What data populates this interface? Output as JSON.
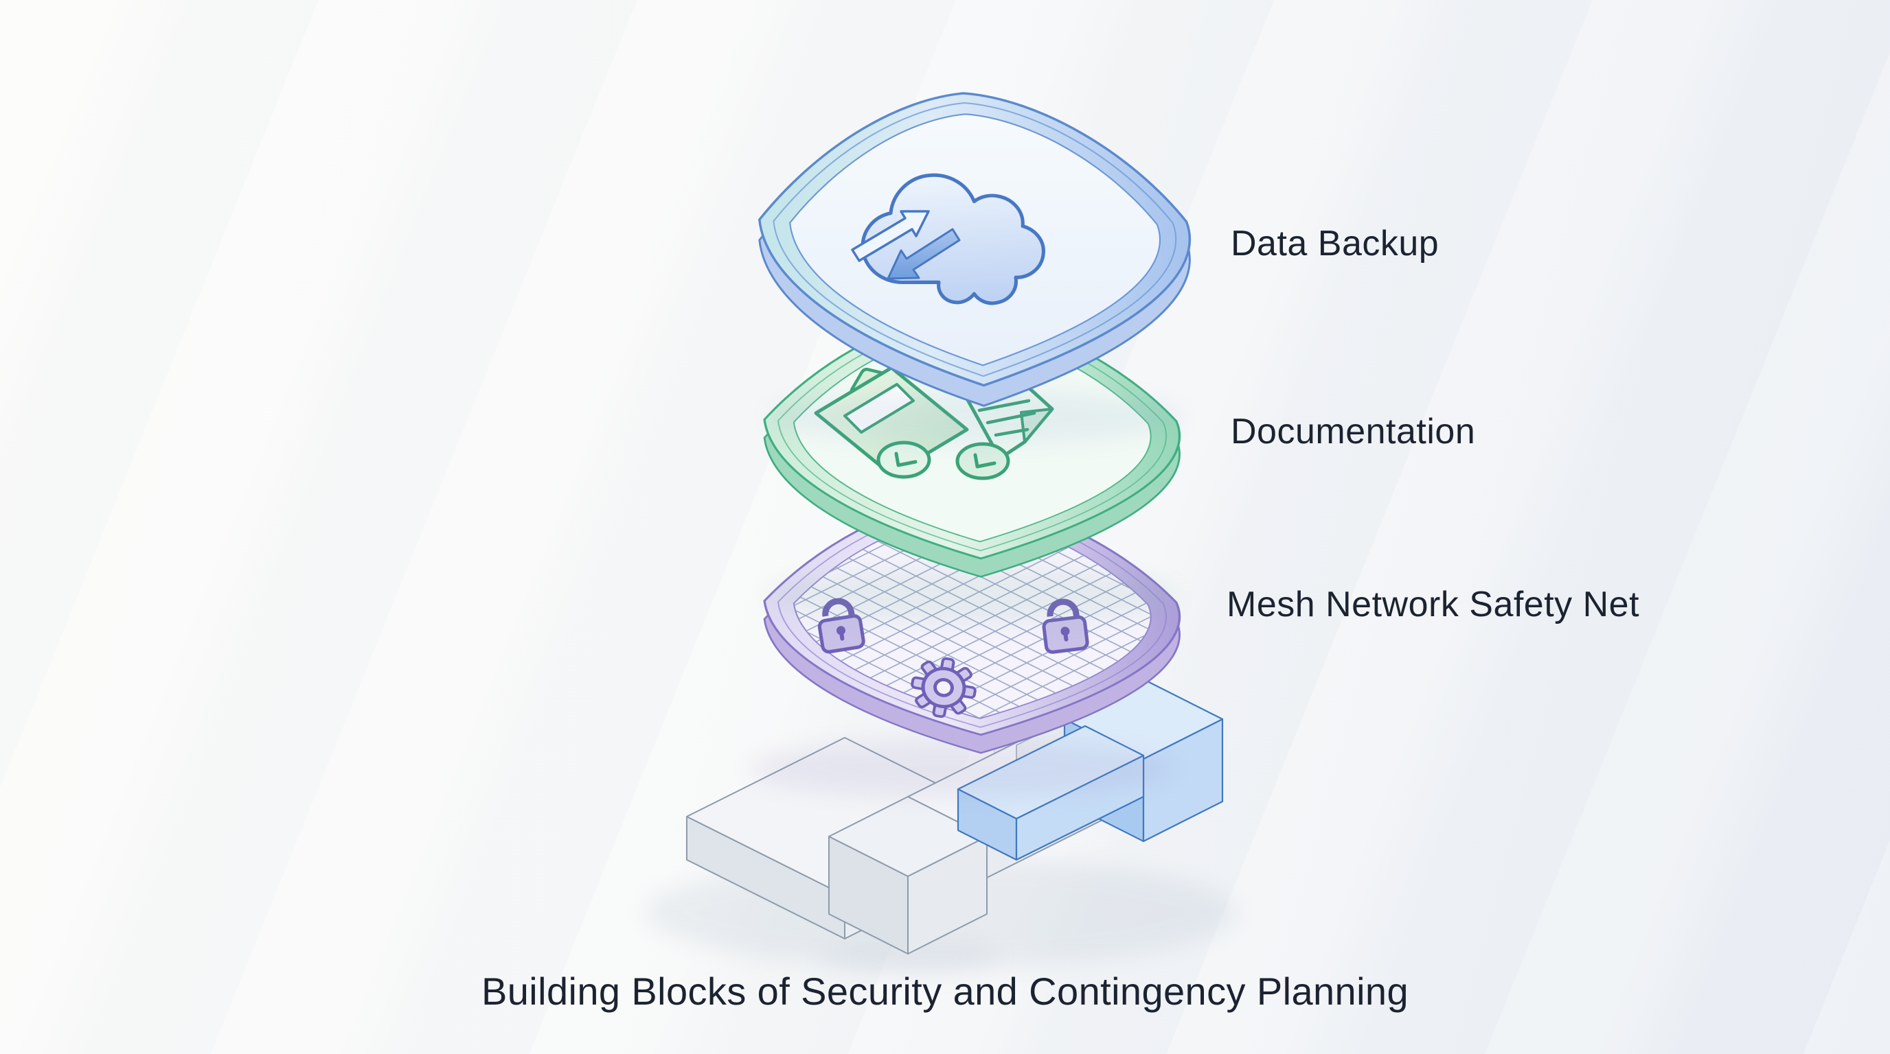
{
  "title": "Building Blocks of Security and Contingency Planning",
  "layers": [
    {
      "label": "Data Backup",
      "icon": "cloud-sync-icon",
      "accent": "#5b89ce"
    },
    {
      "label": "Documentation",
      "icon": "folder-doc-check-icon",
      "accent": "#3fae81"
    },
    {
      "label": "Mesh Network Safety Net",
      "icon": "mesh-lock-gear-icon",
      "accent": "#8576c6"
    }
  ],
  "base": {
    "icon": "interlocking-blocks",
    "gray_block_color": "#8e9bab",
    "blue_block_color": "#4079bf"
  },
  "background_color": "#f3f5f8",
  "text_color": "#1c2330"
}
